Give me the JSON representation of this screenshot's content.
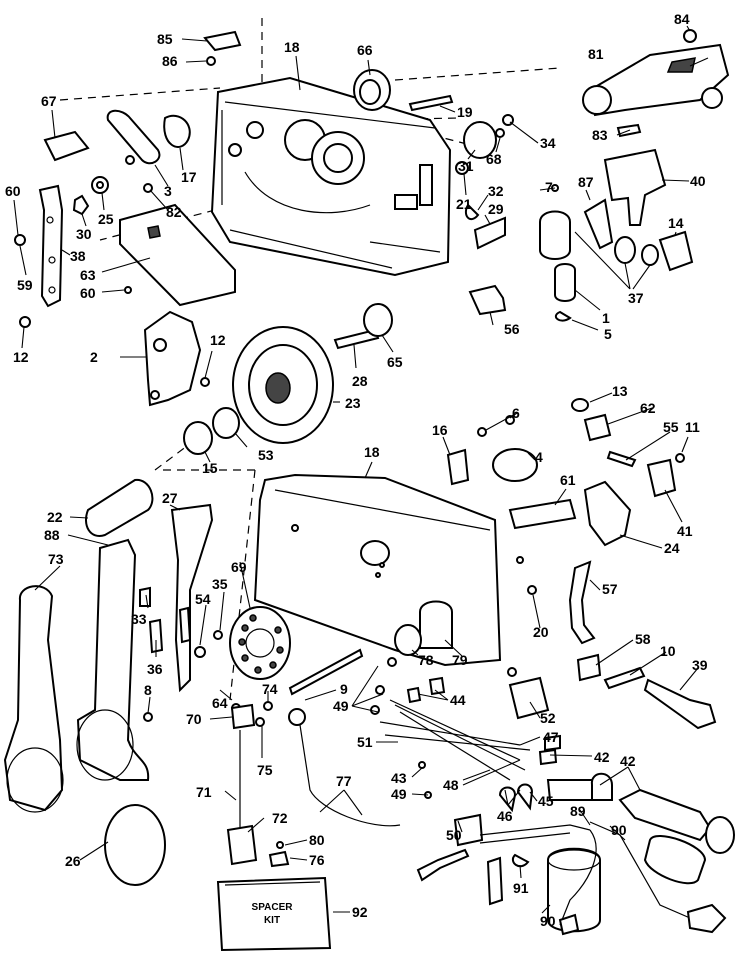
{
  "callouts": [
    "85",
    "86",
    "18",
    "66",
    "84",
    "81",
    "67",
    "19",
    "34",
    "83",
    "68",
    "3",
    "17",
    "31",
    "60",
    "82",
    "25",
    "21",
    "32",
    "7",
    "87",
    "40",
    "30",
    "29",
    "38",
    "59",
    "63",
    "14",
    "60",
    "37",
    "1",
    "12",
    "2",
    "12",
    "65",
    "5",
    "56",
    "28",
    "23",
    "13",
    "62",
    "6",
    "11",
    "16",
    "4",
    "55",
    "53",
    "15",
    "18",
    "61",
    "41",
    "24",
    "22",
    "27",
    "88",
    "73",
    "69",
    "35",
    "57",
    "33",
    "54",
    "36",
    "20",
    "79",
    "58",
    "10",
    "39",
    "64",
    "74",
    "9",
    "49",
    "44",
    "52",
    "8",
    "70",
    "78",
    "75",
    "51",
    "47",
    "42",
    "42",
    "43",
    "48",
    "45",
    "49",
    "71",
    "72",
    "77",
    "46",
    "89",
    "80",
    "50",
    "90",
    "76",
    "26",
    "91",
    "90",
    "92"
  ],
  "spacer_kit": {
    "line1": "SPACER",
    "line2": "KIT"
  }
}
